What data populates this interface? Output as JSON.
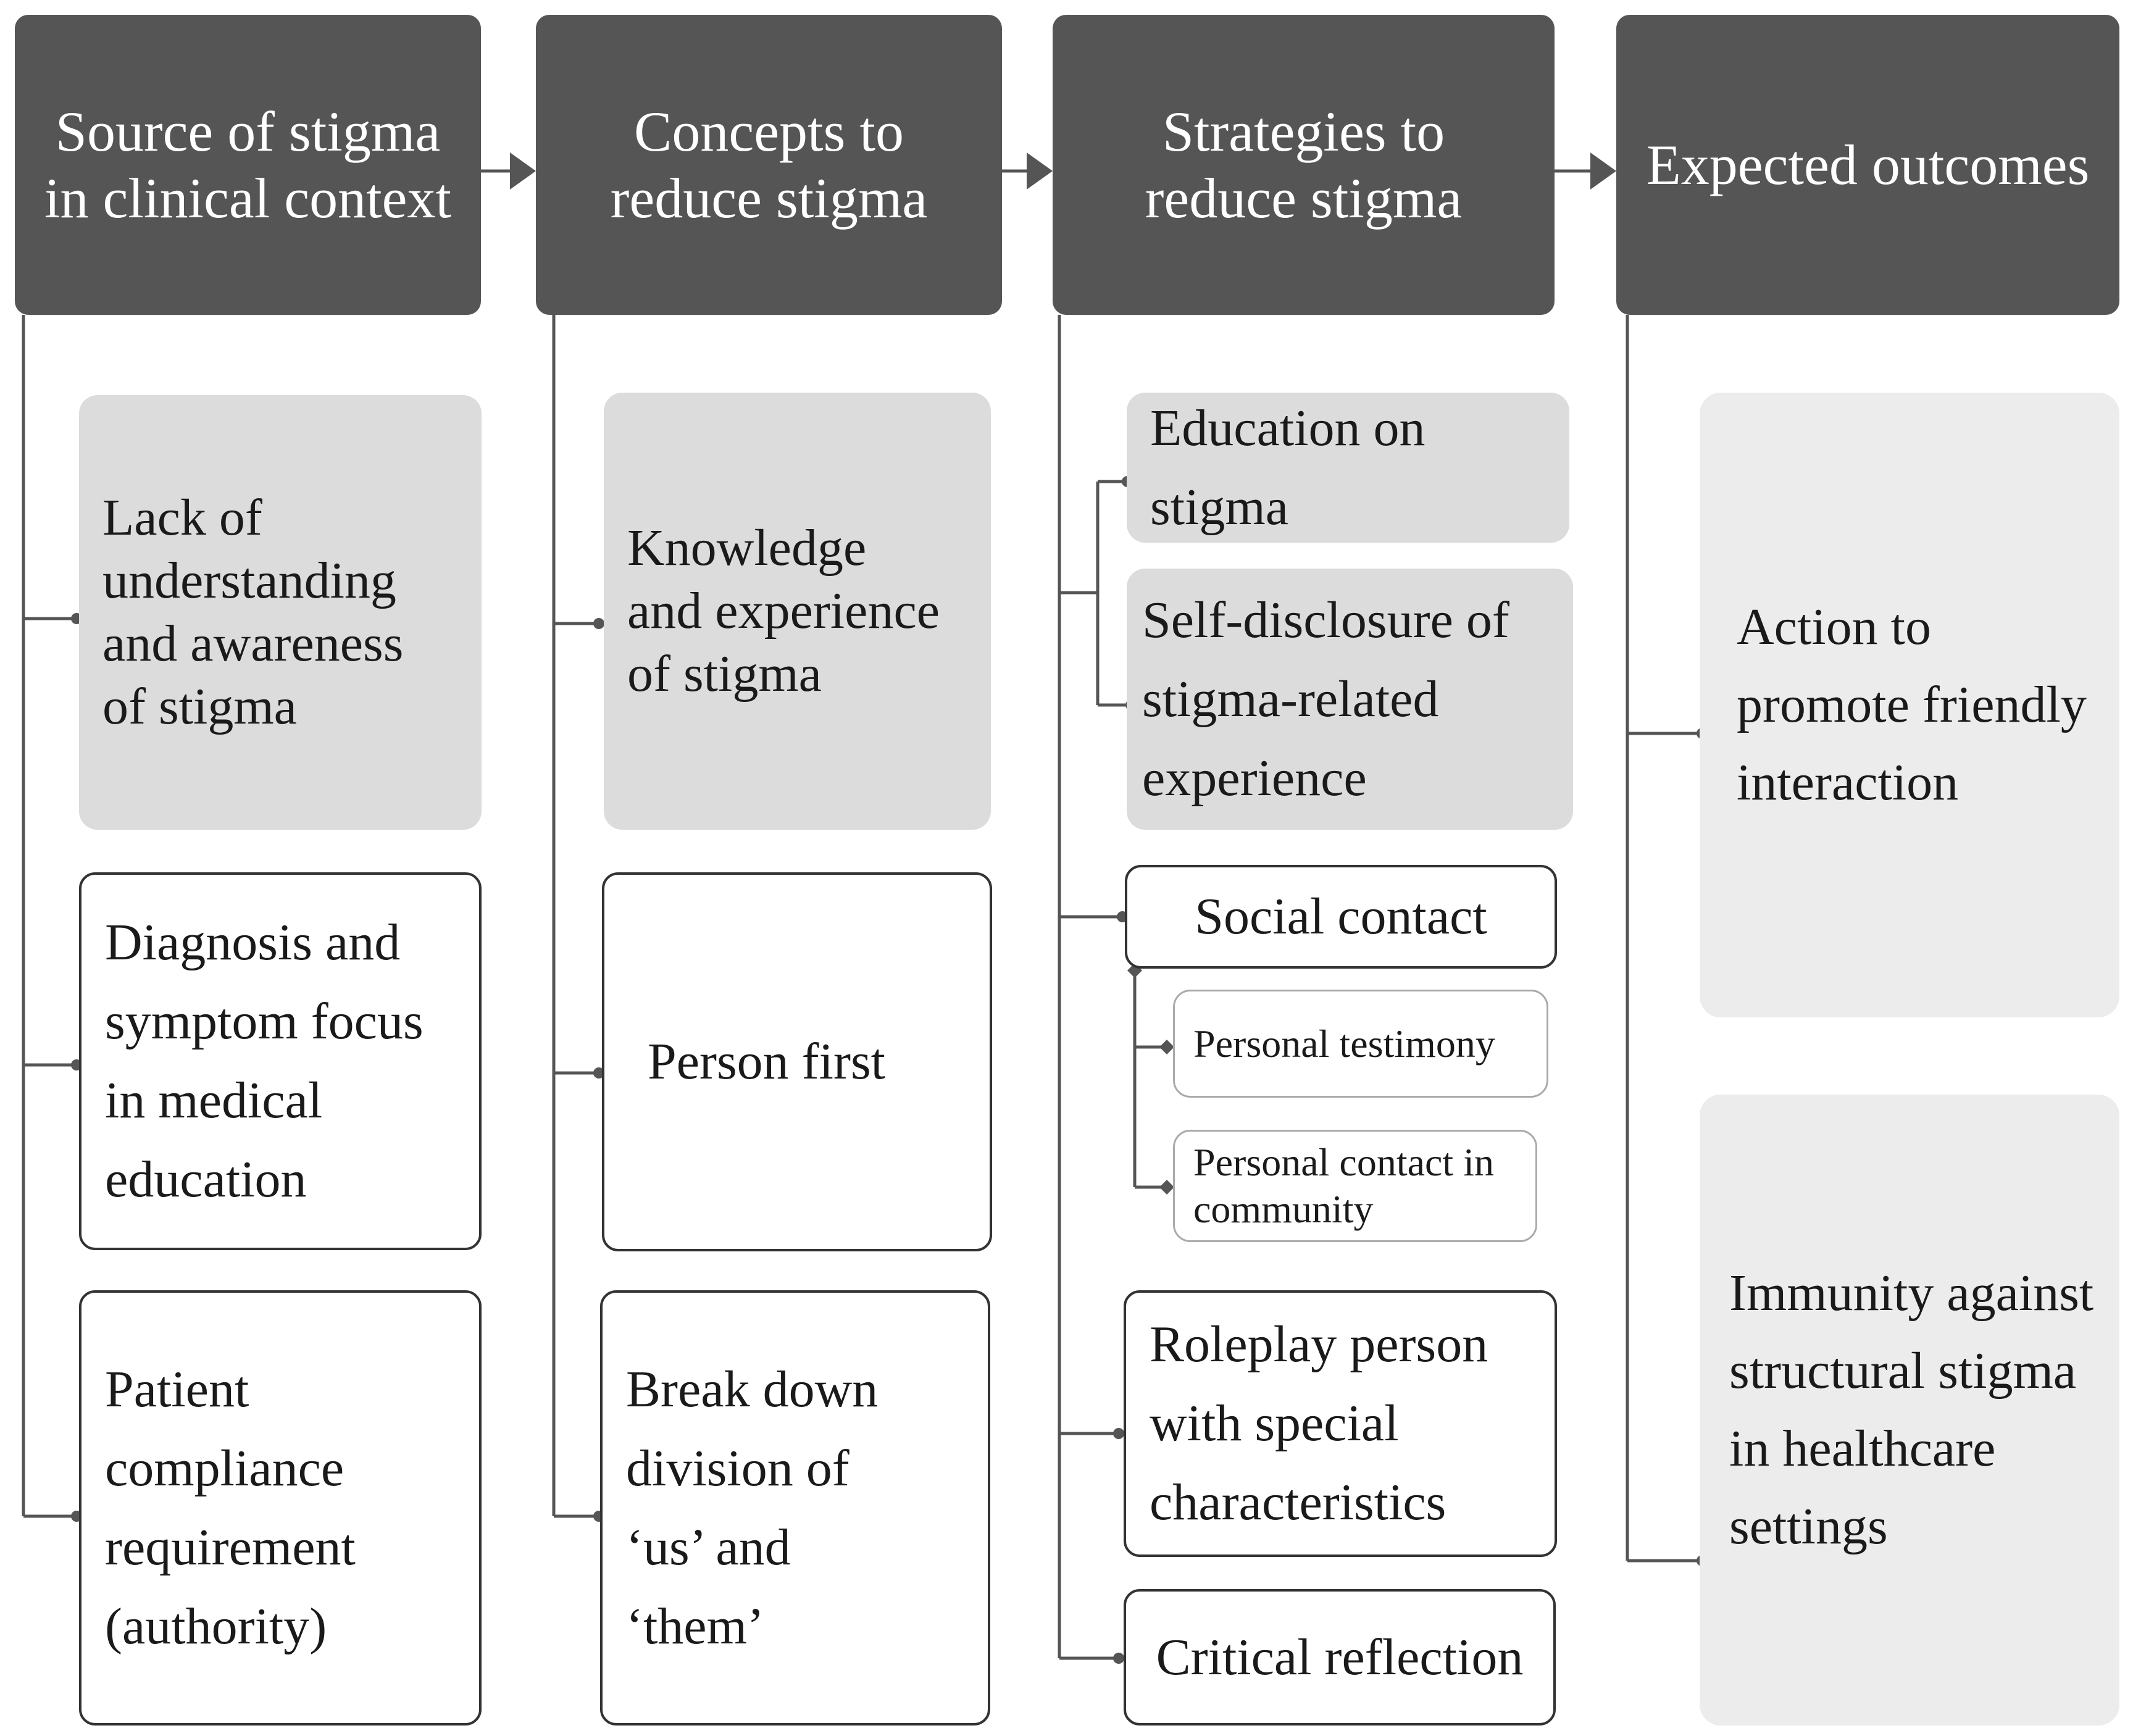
{
  "columns": [
    {
      "header": [
        "Source of stigma",
        "in clinical context"
      ],
      "items": [
        [
          "Lack of",
          "understanding",
          "and awareness",
          "of stigma"
        ],
        [
          "Diagnosis and",
          "symptom focus",
          "in medical",
          "education"
        ],
        [
          "Patient",
          "compliance",
          "requirement",
          "(authority)"
        ]
      ]
    },
    {
      "header": [
        "Concepts to",
        "reduce stigma"
      ],
      "items": [
        [
          "Knowledge",
          "and experience",
          "of stigma"
        ],
        [
          "Person first"
        ],
        [
          "Break down",
          "division of",
          "‘us’ and",
          "‘them’"
        ]
      ]
    },
    {
      "header": [
        "Strategies to",
        "reduce stigma"
      ],
      "items": [
        [
          "Education on",
          "stigma"
        ],
        [
          "Self-disclosure of",
          "stigma-related",
          "experience"
        ],
        [
          "Social contact"
        ],
        [
          "Personal testimony"
        ],
        [
          "Personal contact in",
          "community"
        ],
        [
          "Roleplay person",
          "with special",
          "characteristics"
        ],
        [
          "Critical reflection"
        ]
      ]
    },
    {
      "header": [
        "Expected outcomes"
      ],
      "items": [
        [
          "Action to",
          "promote friendly",
          "interaction"
        ],
        [
          "Immunity against",
          "structural stigma",
          "in healthcare",
          "settings"
        ]
      ]
    }
  ],
  "colors": {
    "header_fill": "#555555",
    "header_text": "#ffffff",
    "item_gray": "#dcdcdc",
    "item_light_gray": "#ececec",
    "connector": "#555555"
  }
}
